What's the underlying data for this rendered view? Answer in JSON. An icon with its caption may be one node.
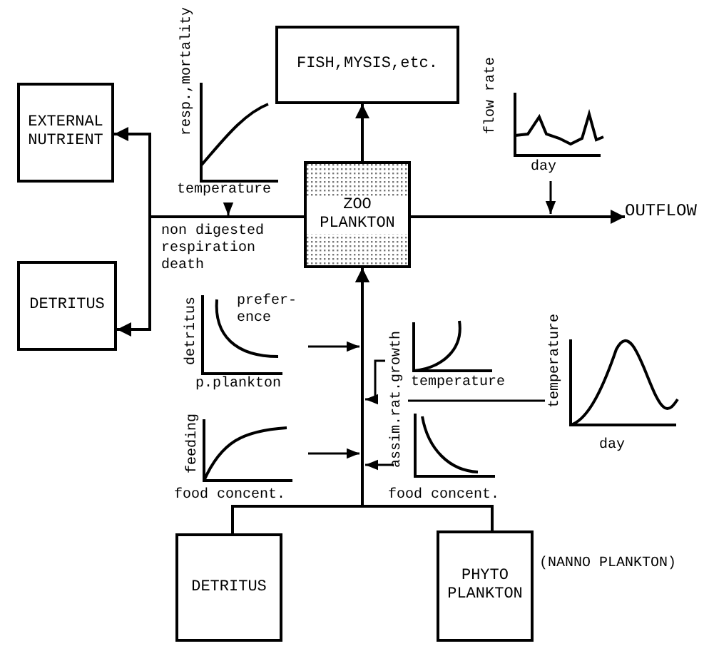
{
  "diagram": {
    "nodes": [
      {
        "text": [
          "FISH,MYSIS,etc."
        ]
      },
      {
        "text": [
          "EXTERNAL NUTRIENT"
        ]
      },
      {
        "text": [
          "ZOO PLANKTON"
        ]
      },
      {
        "text": [
          "DETRITUS"
        ]
      },
      {
        "text": [
          "OUTFLOW"
        ]
      },
      {
        "text": [
          "DETRITUS"
        ]
      },
      {
        "text": [
          "PHYTO PLANKTON"
        ],
        "beside": [
          "(NANNO PLANKTON)"
        ]
      }
    ],
    "edges": [
      {
        "from": 2,
        "to": 0,
        "arrow": "to"
      },
      {
        "from": 2,
        "to": 1,
        "arrow": "to"
      },
      {
        "from": 2,
        "to": 3,
        "arrow": "to"
      },
      {
        "from": 2,
        "to": 4,
        "arrow": "to"
      },
      {
        "from": 5,
        "to": 2,
        "arrow": "to"
      },
      {
        "from": 6,
        "to": 2,
        "arrow": "to"
      }
    ],
    "labels": [
      "resp.,mortality",
      "temperature",
      "flow rate",
      "day",
      "non digested respiration death",
      "detritus",
      "prefer-ence",
      "p.plankton",
      "assim.rat.growth",
      "temperature",
      "temperature",
      "day",
      "feeding",
      "food concent.",
      "food concent."
    ]
  }
}
